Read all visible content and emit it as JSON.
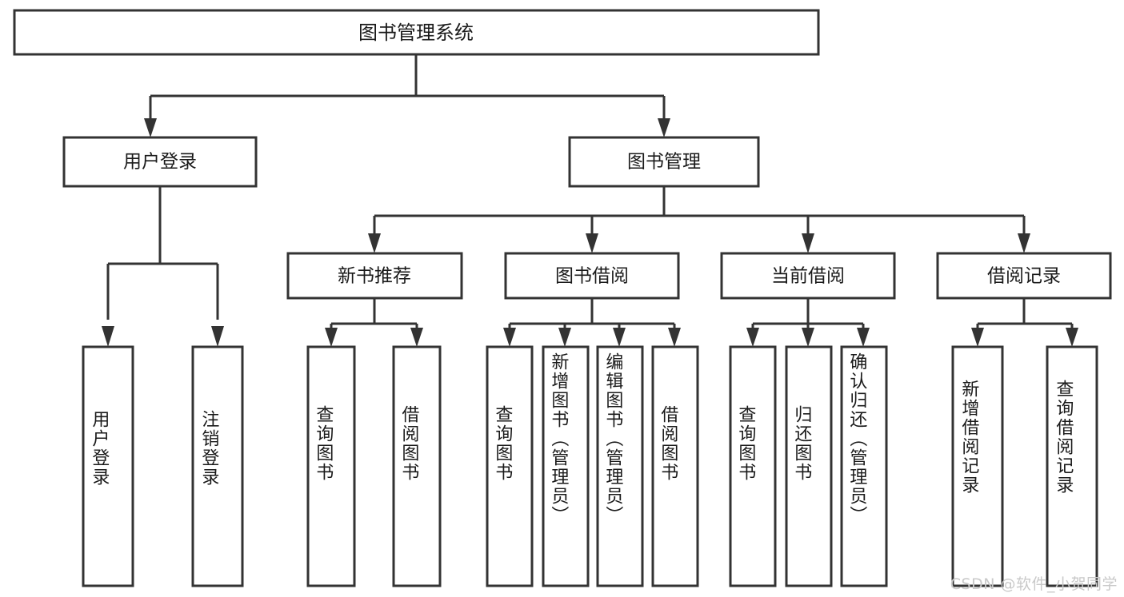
{
  "diagram": {
    "type": "tree-hierarchy-flowchart",
    "orientation": "top-down",
    "root": {
      "label": "图书管理系统"
    },
    "level2": [
      {
        "label": "用户登录"
      },
      {
        "label": "图书管理"
      }
    ],
    "level3": [
      {
        "label": "新书推荐"
      },
      {
        "label": "图书借阅"
      },
      {
        "label": "当前借阅"
      },
      {
        "label": "借阅记录"
      }
    ],
    "leaves": {
      "user_login": [
        {
          "label": "用户登录"
        },
        {
          "label": "注销登录"
        }
      ],
      "new_book_recommend": [
        {
          "label": "查询图书"
        },
        {
          "label": "借阅图书"
        }
      ],
      "book_borrow": [
        {
          "label": "查询图书"
        },
        {
          "label": "新增图书（管理员）"
        },
        {
          "label": "编辑图书（管理员）"
        },
        {
          "label": "借阅图书"
        }
      ],
      "current_borrow": [
        {
          "label": "查询图书"
        },
        {
          "label": "归还图书"
        },
        {
          "label": "确认归还（管理员）"
        }
      ],
      "borrow_record": [
        {
          "label": "新增借阅记录"
        },
        {
          "label": "查询借阅记录"
        }
      ]
    }
  },
  "watermark": {
    "text": "CSDN @软件_小贺同学"
  },
  "colors": {
    "stroke": "#333333",
    "text": "#1a1a1a",
    "background": "#ffffff",
    "watermark": "#c9c9c9"
  }
}
